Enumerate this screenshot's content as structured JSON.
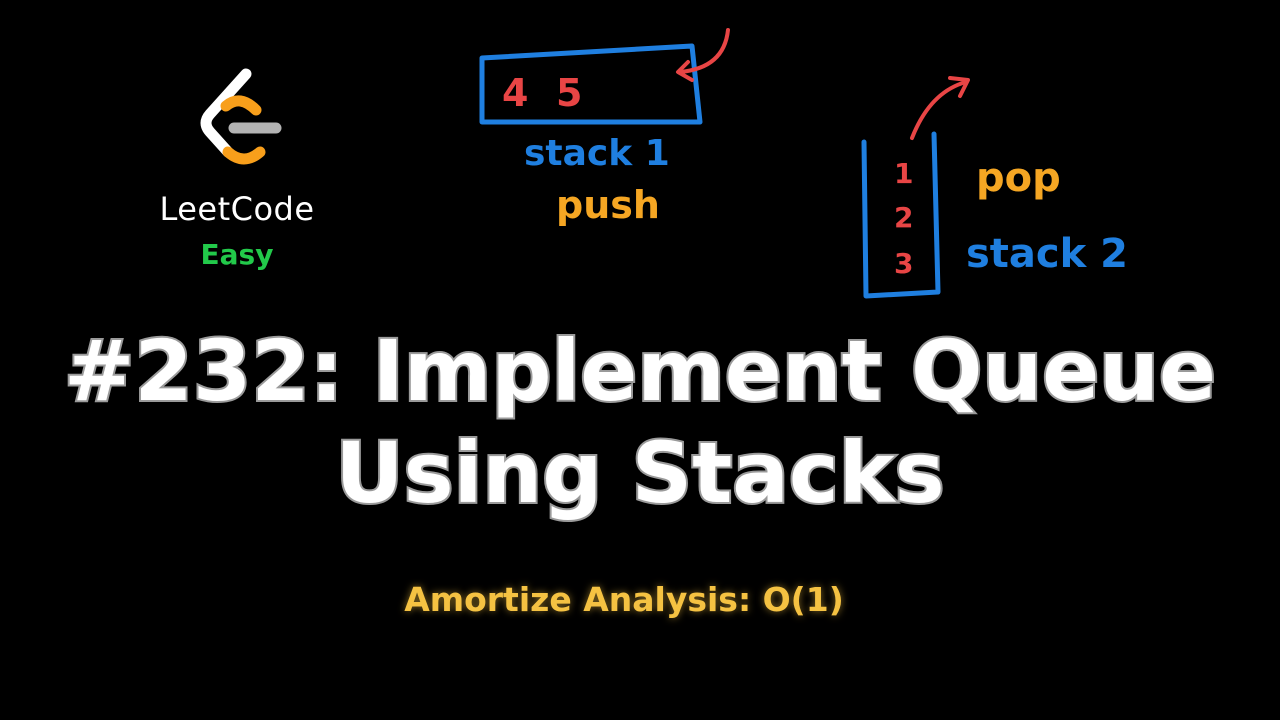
{
  "branding": {
    "logo_icon": "leetcode-logo-icon",
    "name": "LeetCode",
    "difficulty": "Easy"
  },
  "diagram": {
    "stack1": {
      "items": [
        "4",
        "5"
      ],
      "label": "stack 1",
      "operation": "push"
    },
    "stack2": {
      "items": [
        "1",
        "2",
        "3"
      ],
      "label": "stack 2",
      "operation": "pop"
    }
  },
  "title": {
    "line1": "#232: Implement Queue",
    "line2": "Using Stacks"
  },
  "subtitle": "Amortize Analysis: O(1)",
  "colors": {
    "background": "#000000",
    "easy_green": "#22c94a",
    "stack_blue": "#1f7fe0",
    "item_red": "#e84545",
    "operation_orange": "#f5a623",
    "subtitle_yellow": "#f5c242",
    "logo_orange": "#f89f1b",
    "logo_gray": "#b3b3b3"
  }
}
